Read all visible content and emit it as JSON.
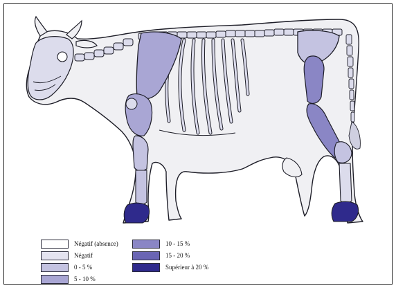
{
  "colors": {
    "body_fill": "#f0f0f3",
    "outline": "#1e1e28",
    "bone_light": "#dcdcec",
    "bone_mid": "#c4c3e1",
    "bone_5_10": "#a9a6d4",
    "bone_10_15": "#8a86c5",
    "bone_15_20": "#6a65b4",
    "bone_high": "#2f2a8c"
  },
  "legend": {
    "items": [
      {
        "label": "Négatif (absence)",
        "color": "#ffffff"
      },
      {
        "label": "Négatif",
        "color": "#e4e3f0"
      },
      {
        "label": "0 - 5 %",
        "color": "#c4c3e1"
      },
      {
        "label": "5 - 10 %",
        "color": "#a9a6d4"
      },
      {
        "label": "10 - 15 %",
        "color": "#8a86c5"
      },
      {
        "label": "15 - 20 %",
        "color": "#6a65b4"
      },
      {
        "label": "Supérieur à 20 %",
        "color": "#2f2a8c"
      }
    ]
  }
}
